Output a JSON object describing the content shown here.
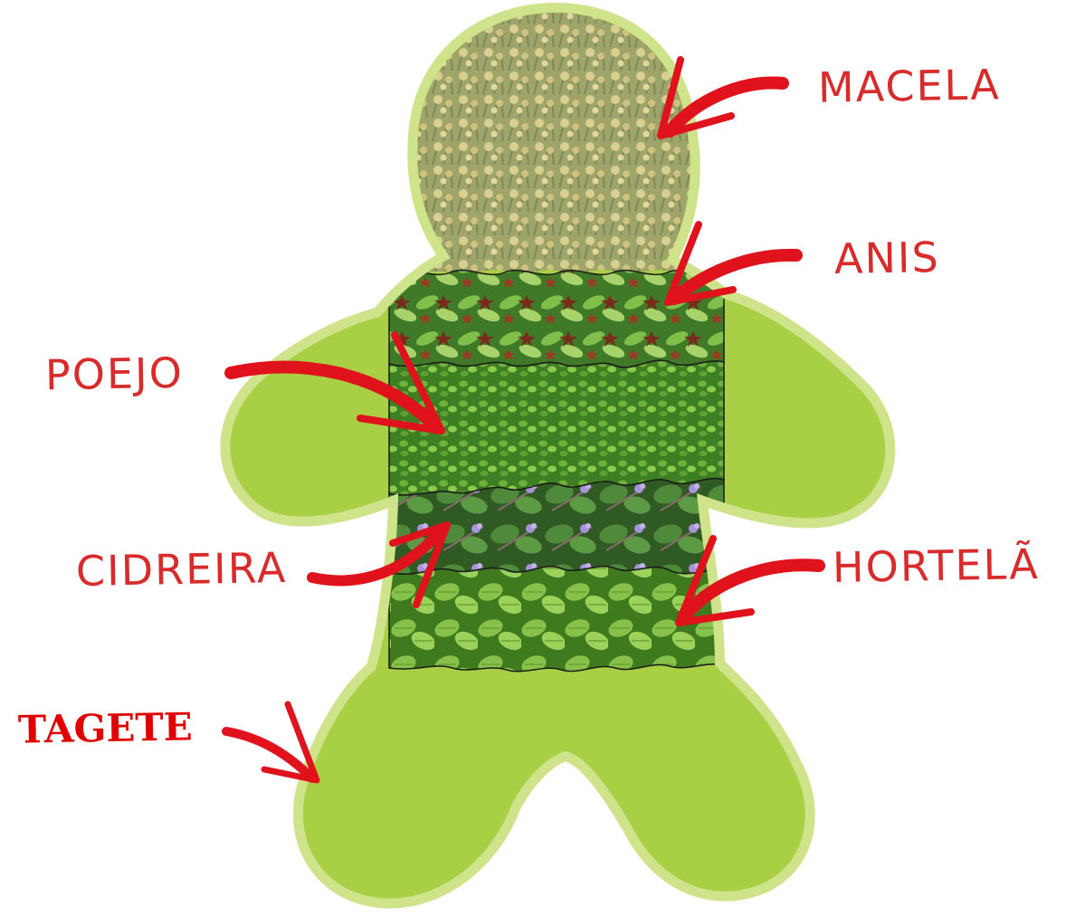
{
  "labels": {
    "macela": "MACELA",
    "anis": "ANIS",
    "poejo": "POEJO",
    "cidreira": "CIDREIRA",
    "hortela": "HORTELÃ",
    "tagete": "TAGETE"
  },
  "colors": {
    "body_fill": "#a9cf45",
    "body_outline": "#cfe38a",
    "label_red": "#d92b2b",
    "arrow_red": "#e0121b",
    "macela_band": "#b6b77c",
    "anis_band": "#4e8a32",
    "poejo_band": "#4f9a2c",
    "cidreira_band": "#3f6e2c",
    "hortela_band": "#5c9a2a"
  },
  "bands": [
    {
      "plant": "macela",
      "texture": "dry-flower-heads"
    },
    {
      "plant": "anis",
      "texture": "star-anise-leaves"
    },
    {
      "plant": "poejo",
      "texture": "small-leaves"
    },
    {
      "plant": "cidreira",
      "texture": "leaves-with-purple-flowers"
    },
    {
      "plant": "hortela",
      "texture": "mint-leaves"
    }
  ]
}
